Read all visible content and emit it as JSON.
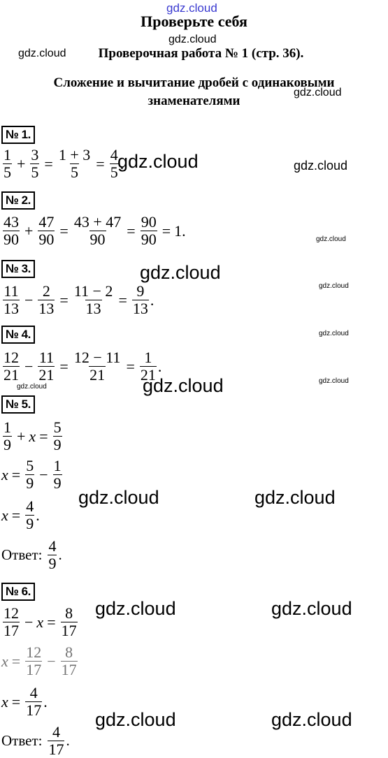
{
  "header": {
    "title": "Проверьте себя",
    "subtitle": "Проверочная работа № 1 (стр. 36).",
    "topic": "Сложение и вычитание дробей с одинаковыми знаменателями"
  },
  "watermark": "gdz.cloud",
  "answer_label": "Ответ:",
  "tasks": {
    "t1": {
      "label": "№ 1.",
      "a_n": "1",
      "a_d": "5",
      "op": "+",
      "b_n": "3",
      "b_d": "5",
      "c_n": "1 + 3",
      "c_d": "5",
      "r_n": "4",
      "r_d": "5"
    },
    "t2": {
      "label": "№ 2.",
      "a_n": "43",
      "a_d": "90",
      "op": "+",
      "b_n": "47",
      "b_d": "90",
      "c_n": "43 + 47",
      "c_d": "90",
      "r_n": "90",
      "r_d": "90",
      "tail": "1."
    },
    "t3": {
      "label": "№ 3.",
      "a_n": "11",
      "a_d": "13",
      "op": "−",
      "b_n": "2",
      "b_d": "13",
      "c_n": "11 − 2",
      "c_d": "13",
      "r_n": "9",
      "r_d": "13"
    },
    "t4": {
      "label": "№ 4.",
      "a_n": "12",
      "a_d": "21",
      "op": "−",
      "b_n": "11",
      "b_d": "21",
      "c_n": "12 − 11",
      "c_d": "21",
      "r_n": "1",
      "r_d": "21"
    },
    "t5": {
      "label": "№ 5.",
      "l1_a_n": "1",
      "l1_a_d": "9",
      "l1_b_n": "5",
      "l1_b_d": "9",
      "l2_a_n": "5",
      "l2_a_d": "9",
      "l2_b_n": "1",
      "l2_b_d": "9",
      "l3_n": "4",
      "l3_d": "9",
      "ans_n": "4",
      "ans_d": "9"
    },
    "t6": {
      "label": "№ 6.",
      "l1_a_n": "12",
      "l1_a_d": "17",
      "l1_b_n": "8",
      "l1_b_d": "17",
      "l2_a_n": "12",
      "l2_a_d": "17",
      "l2_b_n": "8",
      "l2_b_d": "17",
      "l3_n": "4",
      "l3_d": "17",
      "ans_n": "4",
      "ans_d": "17"
    }
  },
  "symbols": {
    "x": "x",
    "eq": "=",
    "plus": "+",
    "minus": "−",
    "dot": "."
  }
}
